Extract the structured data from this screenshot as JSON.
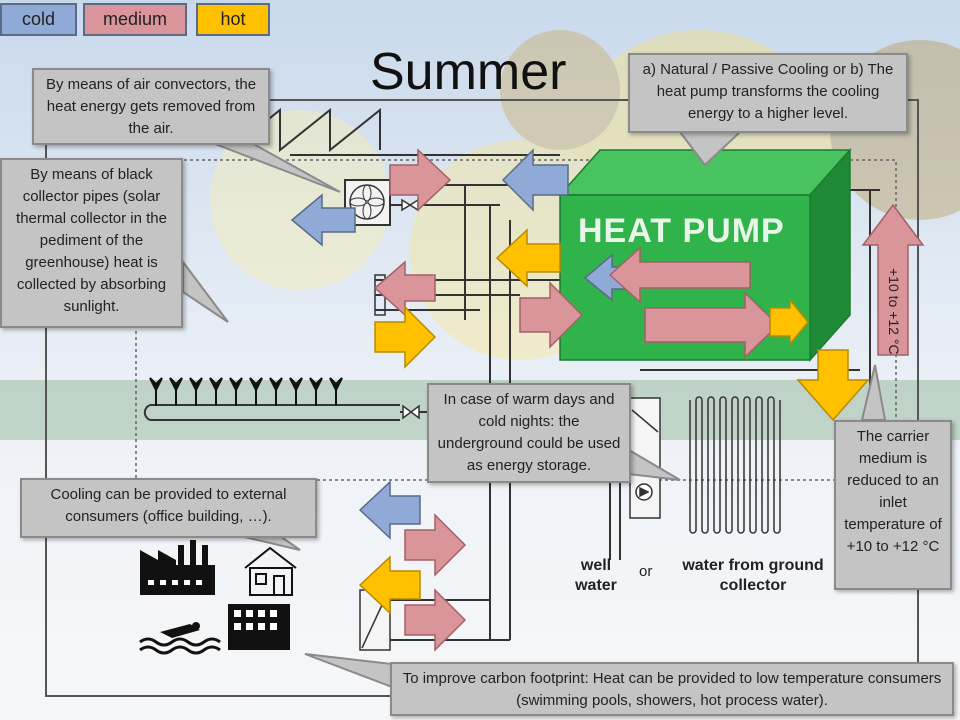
{
  "legend": {
    "cold": "cold",
    "medium": "medium",
    "hot": "hot"
  },
  "title": "Summer",
  "heat_pump_label": "HEAT PUMP",
  "callouts": {
    "air_convectors": "By means of air convectors, the heat energy gets removed from the air.",
    "collector_pipes": "By means of black collector pipes (solar thermal collector in the pediment of the greenhouse) heat is collected by absorbing sunlight.",
    "cooling_modes": "a) Natural / Passive Cooling or b) The heat pump transforms the cooling energy to a higher level.",
    "energy_storage": "In case of warm days and cold nights: the underground could be used as energy storage.",
    "external_consumers": "Cooling can be provided to external consumers (office building, …).",
    "carrier_medium": "The carrier medium is reduced to an inlet temperature of +10 to +12 °C",
    "carbon_footprint": "To improve carbon footprint: Heat can be provided to low temperature consumers (swimming pools, showers, hot process water)."
  },
  "vertical_label": "+10 to +12 °C",
  "sources": {
    "well": "well water",
    "or": "or",
    "ground": "water from ground collector"
  },
  "colors": {
    "cold": "#8faad6",
    "medium": "#d9959a",
    "hot": "#ffc000",
    "green": "#2fb34a"
  }
}
